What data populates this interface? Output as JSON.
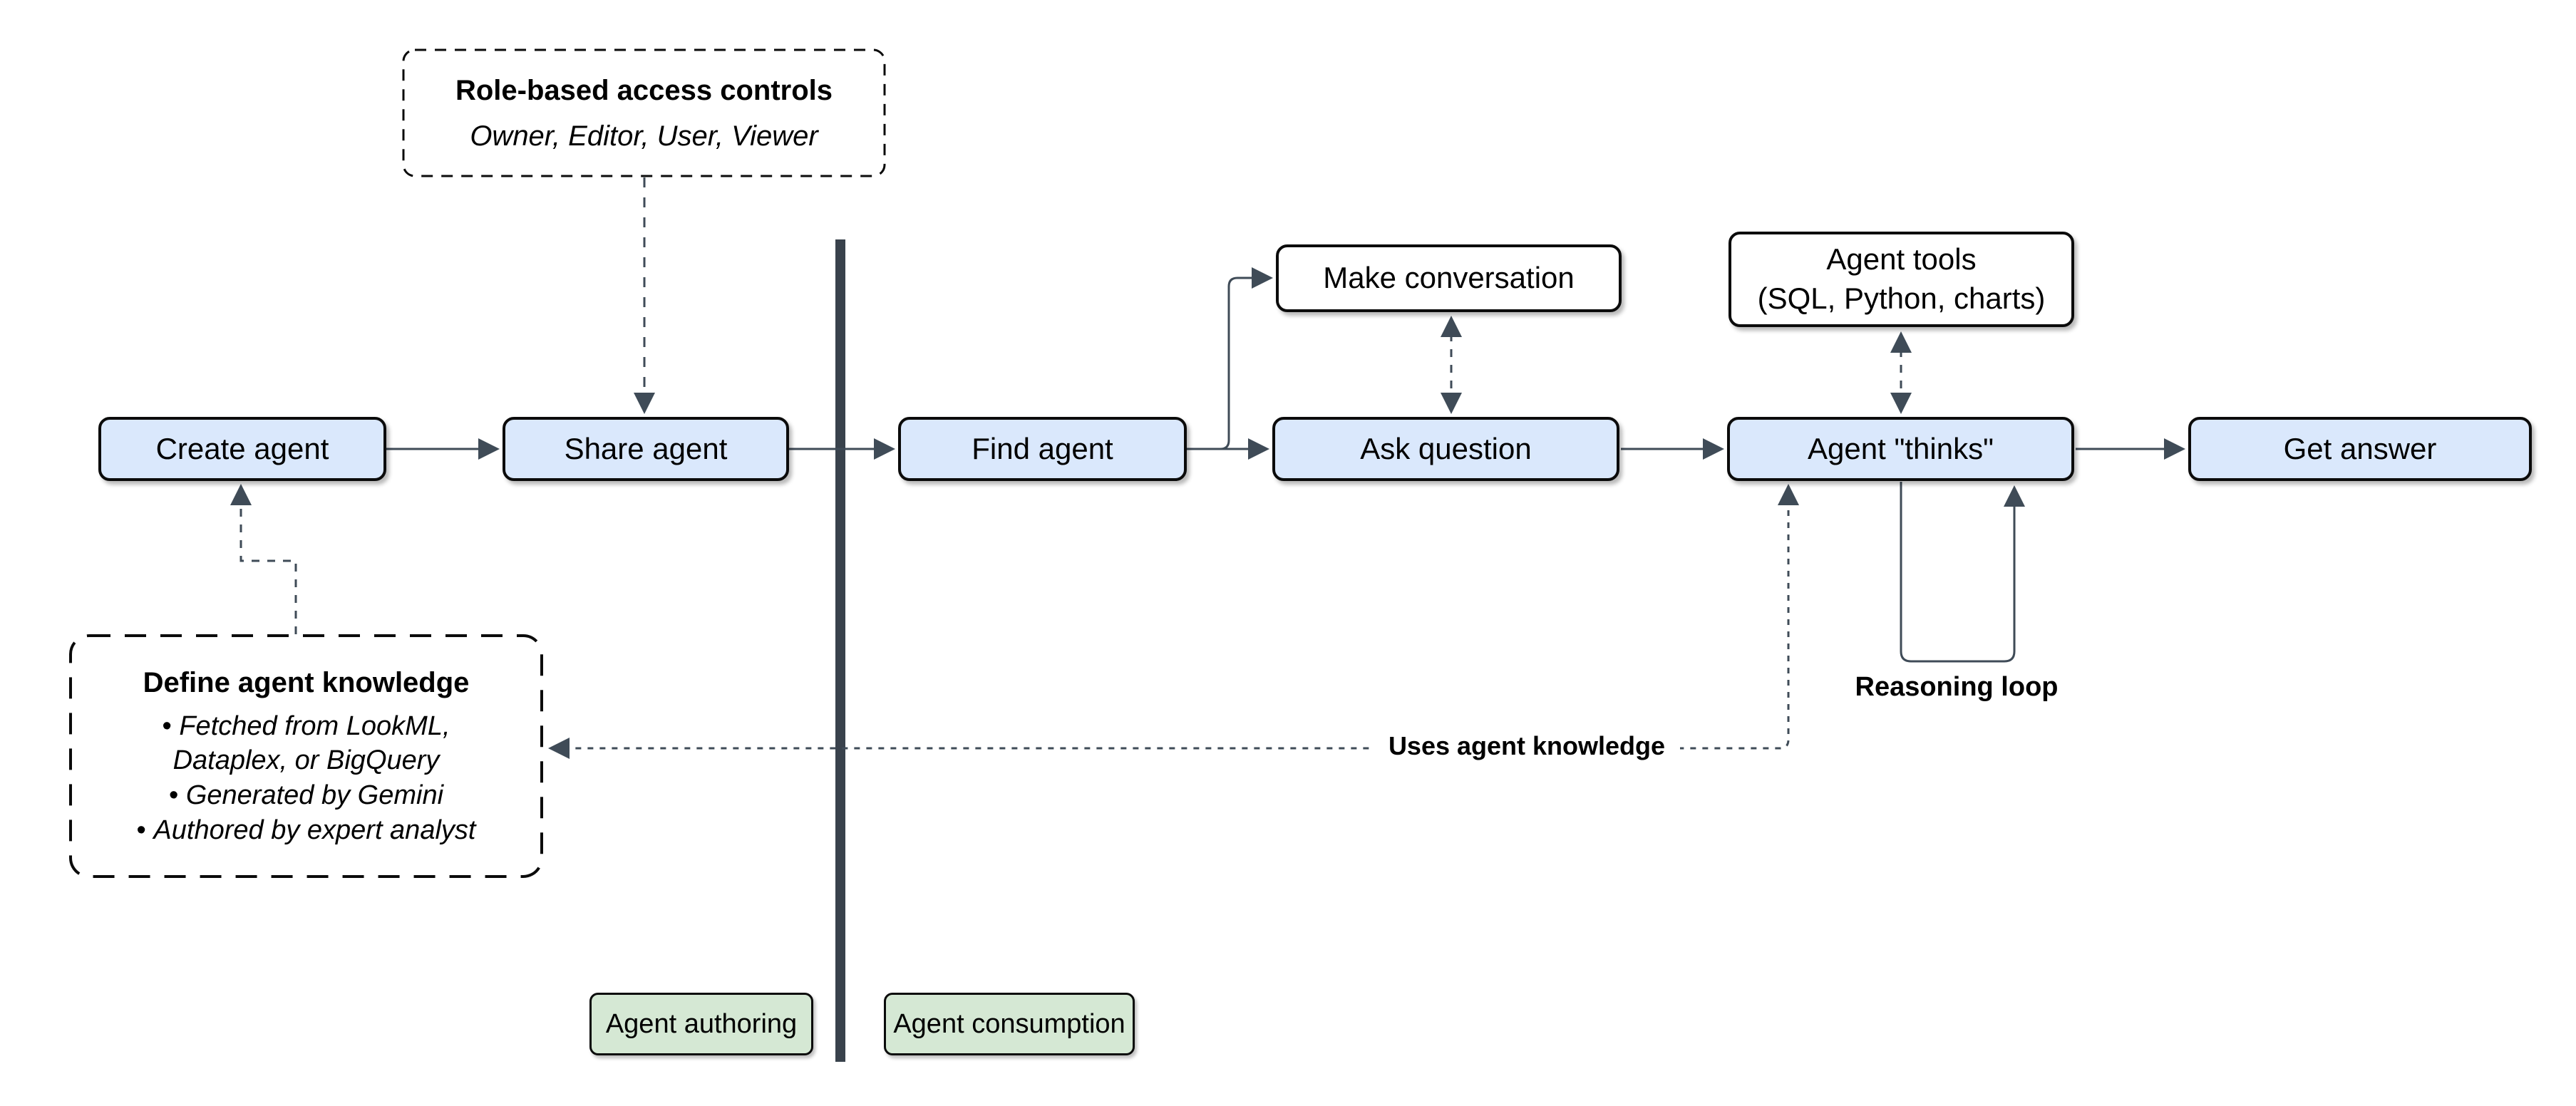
{
  "diagram": {
    "nodes": {
      "create_agent": "Create agent",
      "share_agent": "Share agent",
      "find_agent": "Find agent",
      "make_conversation": "Make conversation",
      "ask_question": "Ask question",
      "agent_tools_line1": "Agent tools",
      "agent_tools_line2": "(SQL, Python, charts)",
      "agent_thinks": "Agent \"thinks\"",
      "get_answer": "Get answer"
    },
    "annotations": {
      "rbac_title": "Role-based access controls",
      "rbac_subtitle": "Owner, Editor, User, Viewer",
      "knowledge_title": "Define agent knowledge",
      "knowledge_bullets": [
        "Fetched from LookML, Dataplex, or BigQuery",
        "Generated by Gemini",
        "Authored by expert analyst"
      ],
      "reasoning_loop_label": "Reasoning loop",
      "uses_knowledge_label": "Uses agent knowledge"
    },
    "zones": {
      "authoring": "Agent authoring",
      "consumption": "Agent consumption"
    },
    "colors": {
      "node_fill": "#dae8fc",
      "plain_node_fill": "#ffffff",
      "zone_fill": "#d5e8d4",
      "node_border": "#0b0b0b",
      "connector": "#3f4b57",
      "divider": "#39424c",
      "background": "#ffffff"
    }
  }
}
